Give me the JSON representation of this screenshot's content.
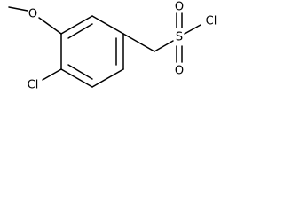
{
  "molecule": {
    "atoms": {
      "oxygen_methoxy": "O",
      "chlorine_ring": "Cl",
      "sulfur": "S",
      "oxygen_top": "O",
      "oxygen_bottom": "O",
      "chlorine_sulfonyl": "Cl"
    }
  }
}
